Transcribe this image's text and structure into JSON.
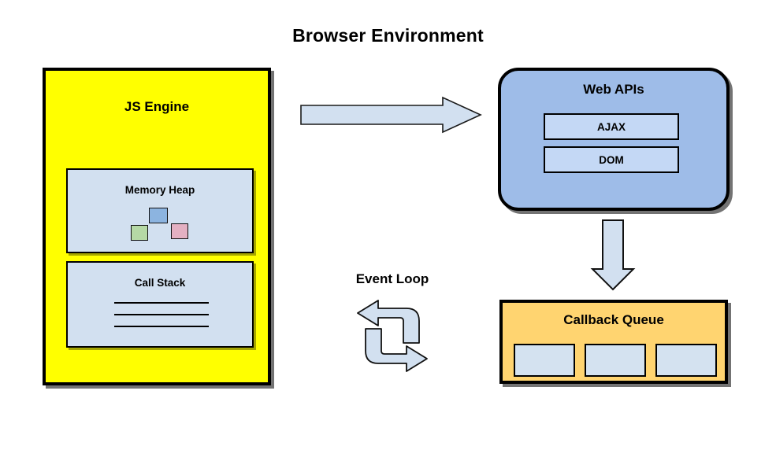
{
  "diagram": {
    "title": "Browser Environment",
    "js_engine": {
      "title": "JS Engine",
      "fill_color": "#FFFF00",
      "memory_heap": {
        "title": "Memory Heap",
        "fill_color": "#D2E0F0",
        "objects": [
          {
            "name": "heap-object-blue",
            "color": "#8CB4E0"
          },
          {
            "name": "heap-object-green",
            "color": "#B5D9A5"
          },
          {
            "name": "heap-object-pink",
            "color": "#E4B0C2"
          }
        ]
      },
      "call_stack": {
        "title": "Call Stack",
        "fill_color": "#D2E0F0",
        "frame_count": 3
      }
    },
    "web_apis": {
      "title": "Web APIs",
      "fill_color": "#9EBCE8",
      "items": [
        {
          "label": "AJAX"
        },
        {
          "label": "DOM"
        }
      ]
    },
    "callback_queue": {
      "title": "Callback Queue",
      "fill_color": "#FFD470",
      "slots": [
        {
          "label": ""
        },
        {
          "label": ""
        },
        {
          "label": ""
        }
      ]
    },
    "event_loop": {
      "label": "Event Loop",
      "icon": "circular-loop-arrows-icon",
      "arrow_color": "#D2E0F0"
    },
    "arrows": [
      {
        "name": "arrow-js-engine-to-web-apis",
        "direction": "right",
        "color": "#D2E0F0"
      },
      {
        "name": "arrow-web-apis-to-callback-queue",
        "direction": "down",
        "color": "#D2E0F0"
      }
    ]
  }
}
